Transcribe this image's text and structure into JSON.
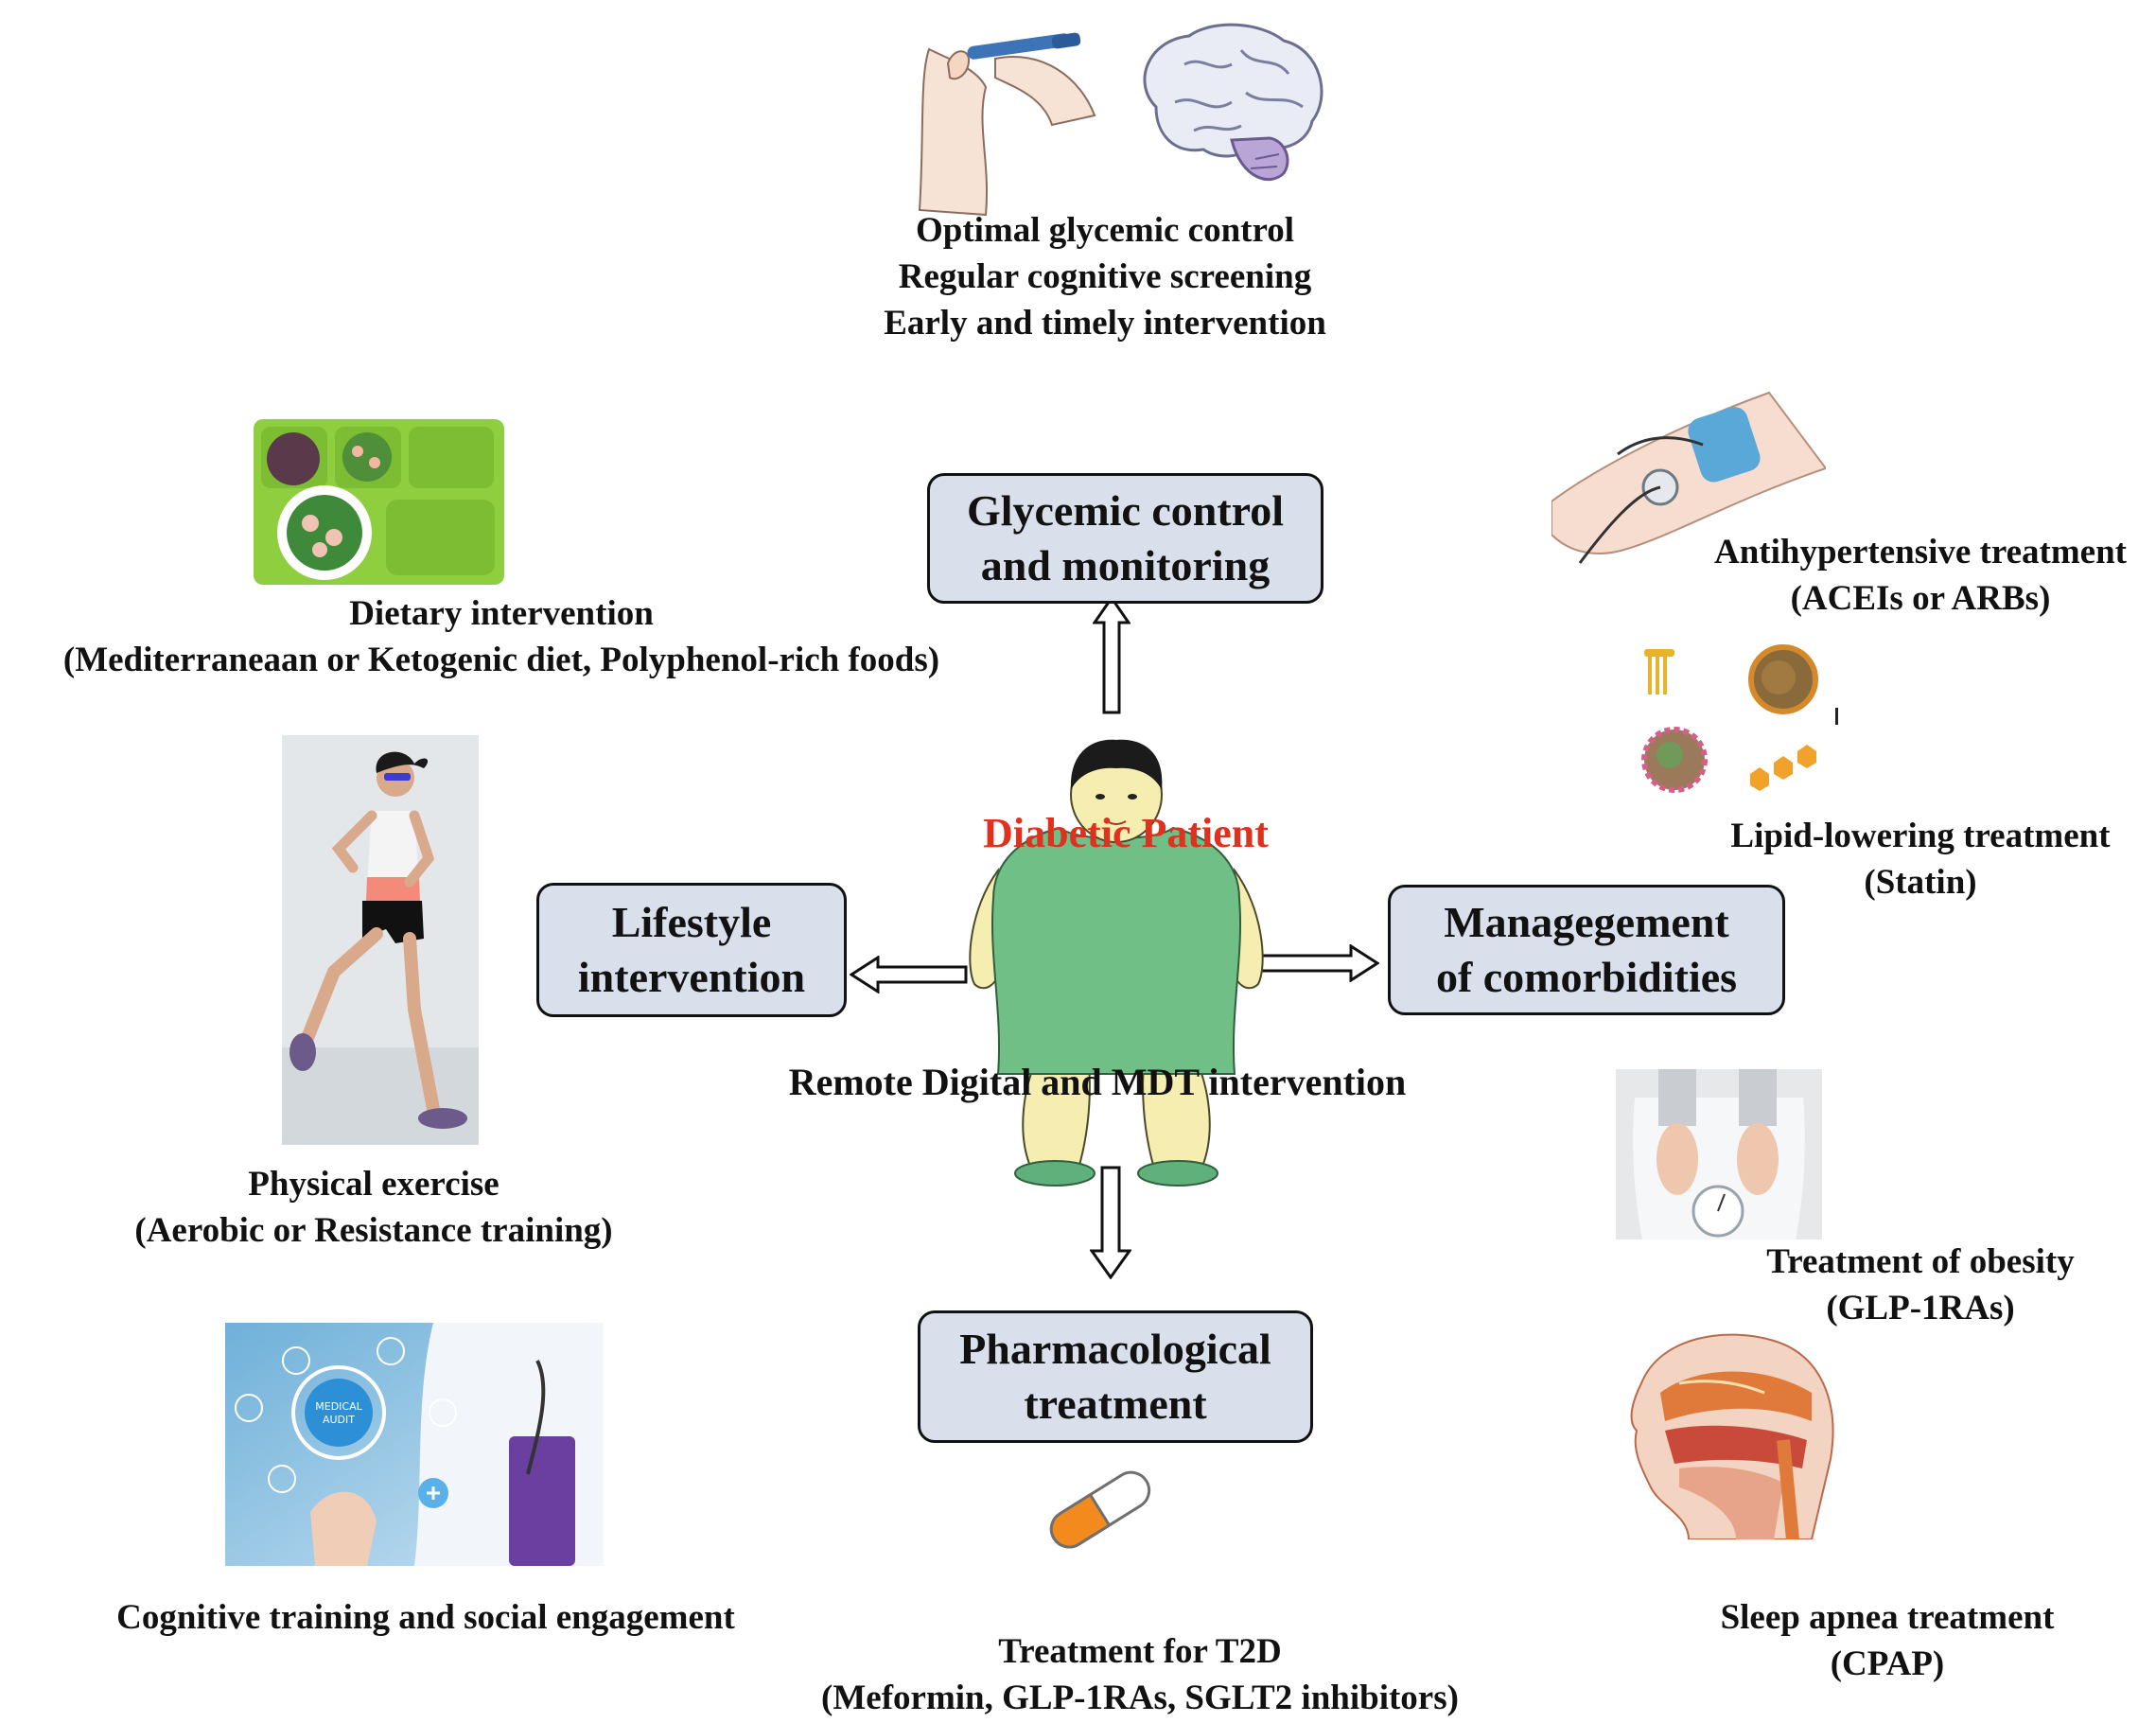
{
  "top": {
    "lines": [
      "Optimal glycemic control",
      "Regular cognitive screening",
      "Early and timely intervention"
    ],
    "icons": [
      "finger-prick-pen-icon",
      "brain-icon"
    ]
  },
  "center": {
    "patient_label": "Diabetic Patient",
    "patient_label_color": "#e0301e",
    "remote_label": "Remote Digital and MDT intervention",
    "figure_icon": "patient-figure-icon"
  },
  "boxes": {
    "glycemic": [
      "Glycemic control",
      "and monitoring"
    ],
    "lifestyle": [
      "Lifestyle",
      "intervention"
    ],
    "comorbidities": [
      "Managegement",
      "of comorbidities"
    ],
    "pharmacological": [
      "Pharmacological",
      "treatment"
    ],
    "fill_color": "#d9e0ec"
  },
  "left": {
    "dietary": [
      "Dietary intervention",
      "(Mediterraneaan or Ketogenic diet, Polyphenol-rich foods)"
    ],
    "exercise": [
      "Physical exercise",
      "(Aerobic or Resistance training)"
    ],
    "cognitive": [
      "Cognitive training and social engagement"
    ],
    "icons": [
      "food-tray-icon",
      "runner-photo-icon",
      "medical-audit-icon"
    ]
  },
  "right": {
    "antihypertensive": [
      "Antihypertensive treatment",
      "(ACEIs or ARBs)"
    ],
    "lipid": [
      "Lipid-lowering treatment",
      "(Statin)"
    ],
    "obesity": [
      "Treatment of obesity",
      "(GLP-1RAs)"
    ],
    "sleep": [
      "Sleep apnea treatment",
      "(CPAP)"
    ],
    "icons": [
      "blood-pressure-cuff-icon",
      "lipoprotein-icon",
      "weighing-scale-icon",
      "airway-anatomy-icon"
    ]
  },
  "bottom": {
    "t2d": [
      "Treatment for T2D",
      "(Meformin, GLP-1RAs, SGLT2 inhibitors)"
    ],
    "icons": [
      "capsule-icon"
    ]
  }
}
